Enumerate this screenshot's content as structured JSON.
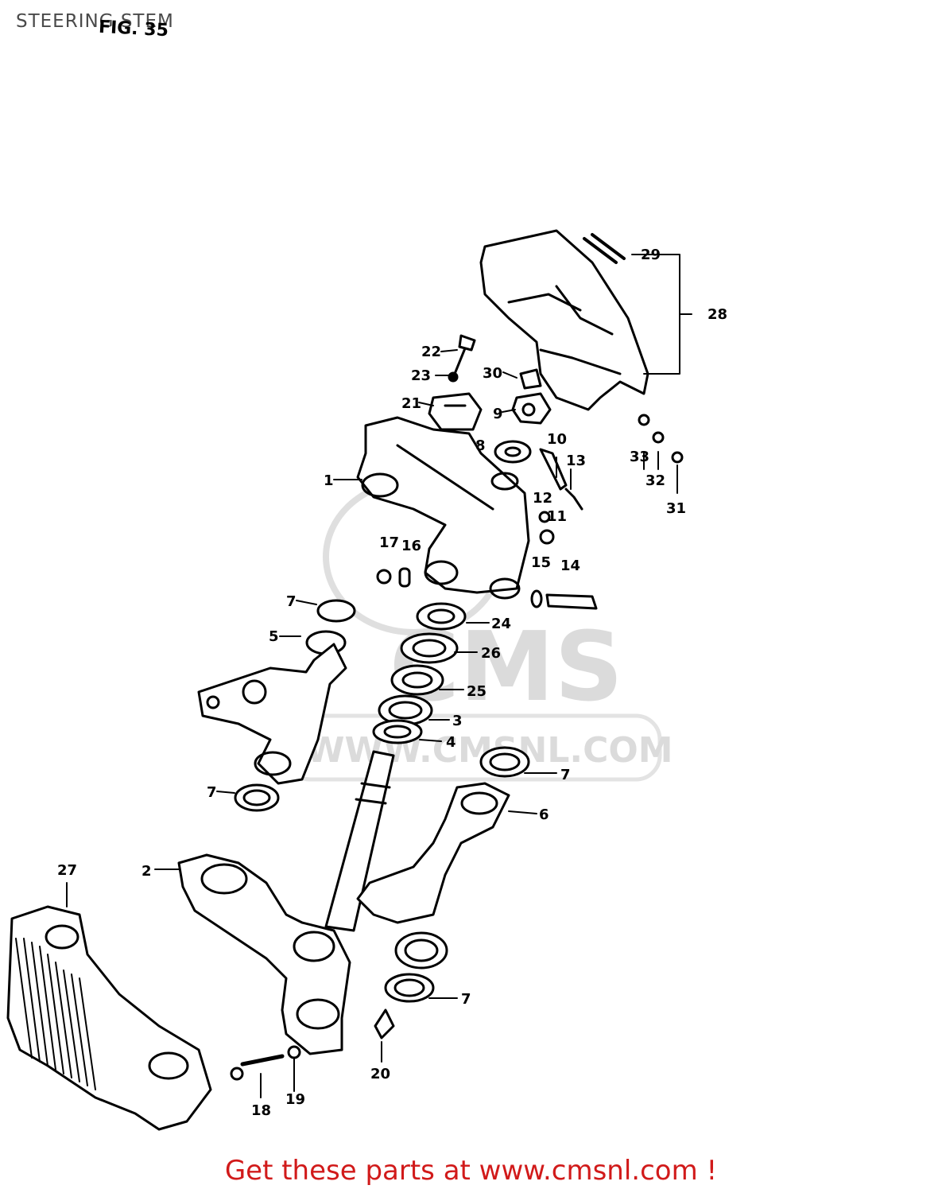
{
  "header": {
    "title": "STEERING STEM",
    "figure": "FIG. 35"
  },
  "watermark": {
    "logo": "CMS",
    "url": "WWW.CMSNL.COM"
  },
  "callouts": {
    "c1": "1",
    "c2": "2",
    "c3": "3",
    "c4": "4",
    "c5": "5",
    "c6": "6",
    "c7a": "7",
    "c7b": "7",
    "c7c": "7",
    "c7d": "7",
    "c8": "8",
    "c9": "9",
    "c10": "10",
    "c11": "11",
    "c12": "12",
    "c13": "13",
    "c14": "14",
    "c15": "15",
    "c16": "16",
    "c17": "17",
    "c18": "18",
    "c19": "19",
    "c20": "20",
    "c21": "21",
    "c22": "22",
    "c23": "23",
    "c24": "24",
    "c25": "25",
    "c26": "26",
    "c27": "27",
    "c28": "28",
    "c29": "29",
    "c30": "30",
    "c31": "31",
    "c32": "32",
    "c33": "33"
  },
  "footer": {
    "text": "Get these parts at www.cmsnl.com !"
  }
}
